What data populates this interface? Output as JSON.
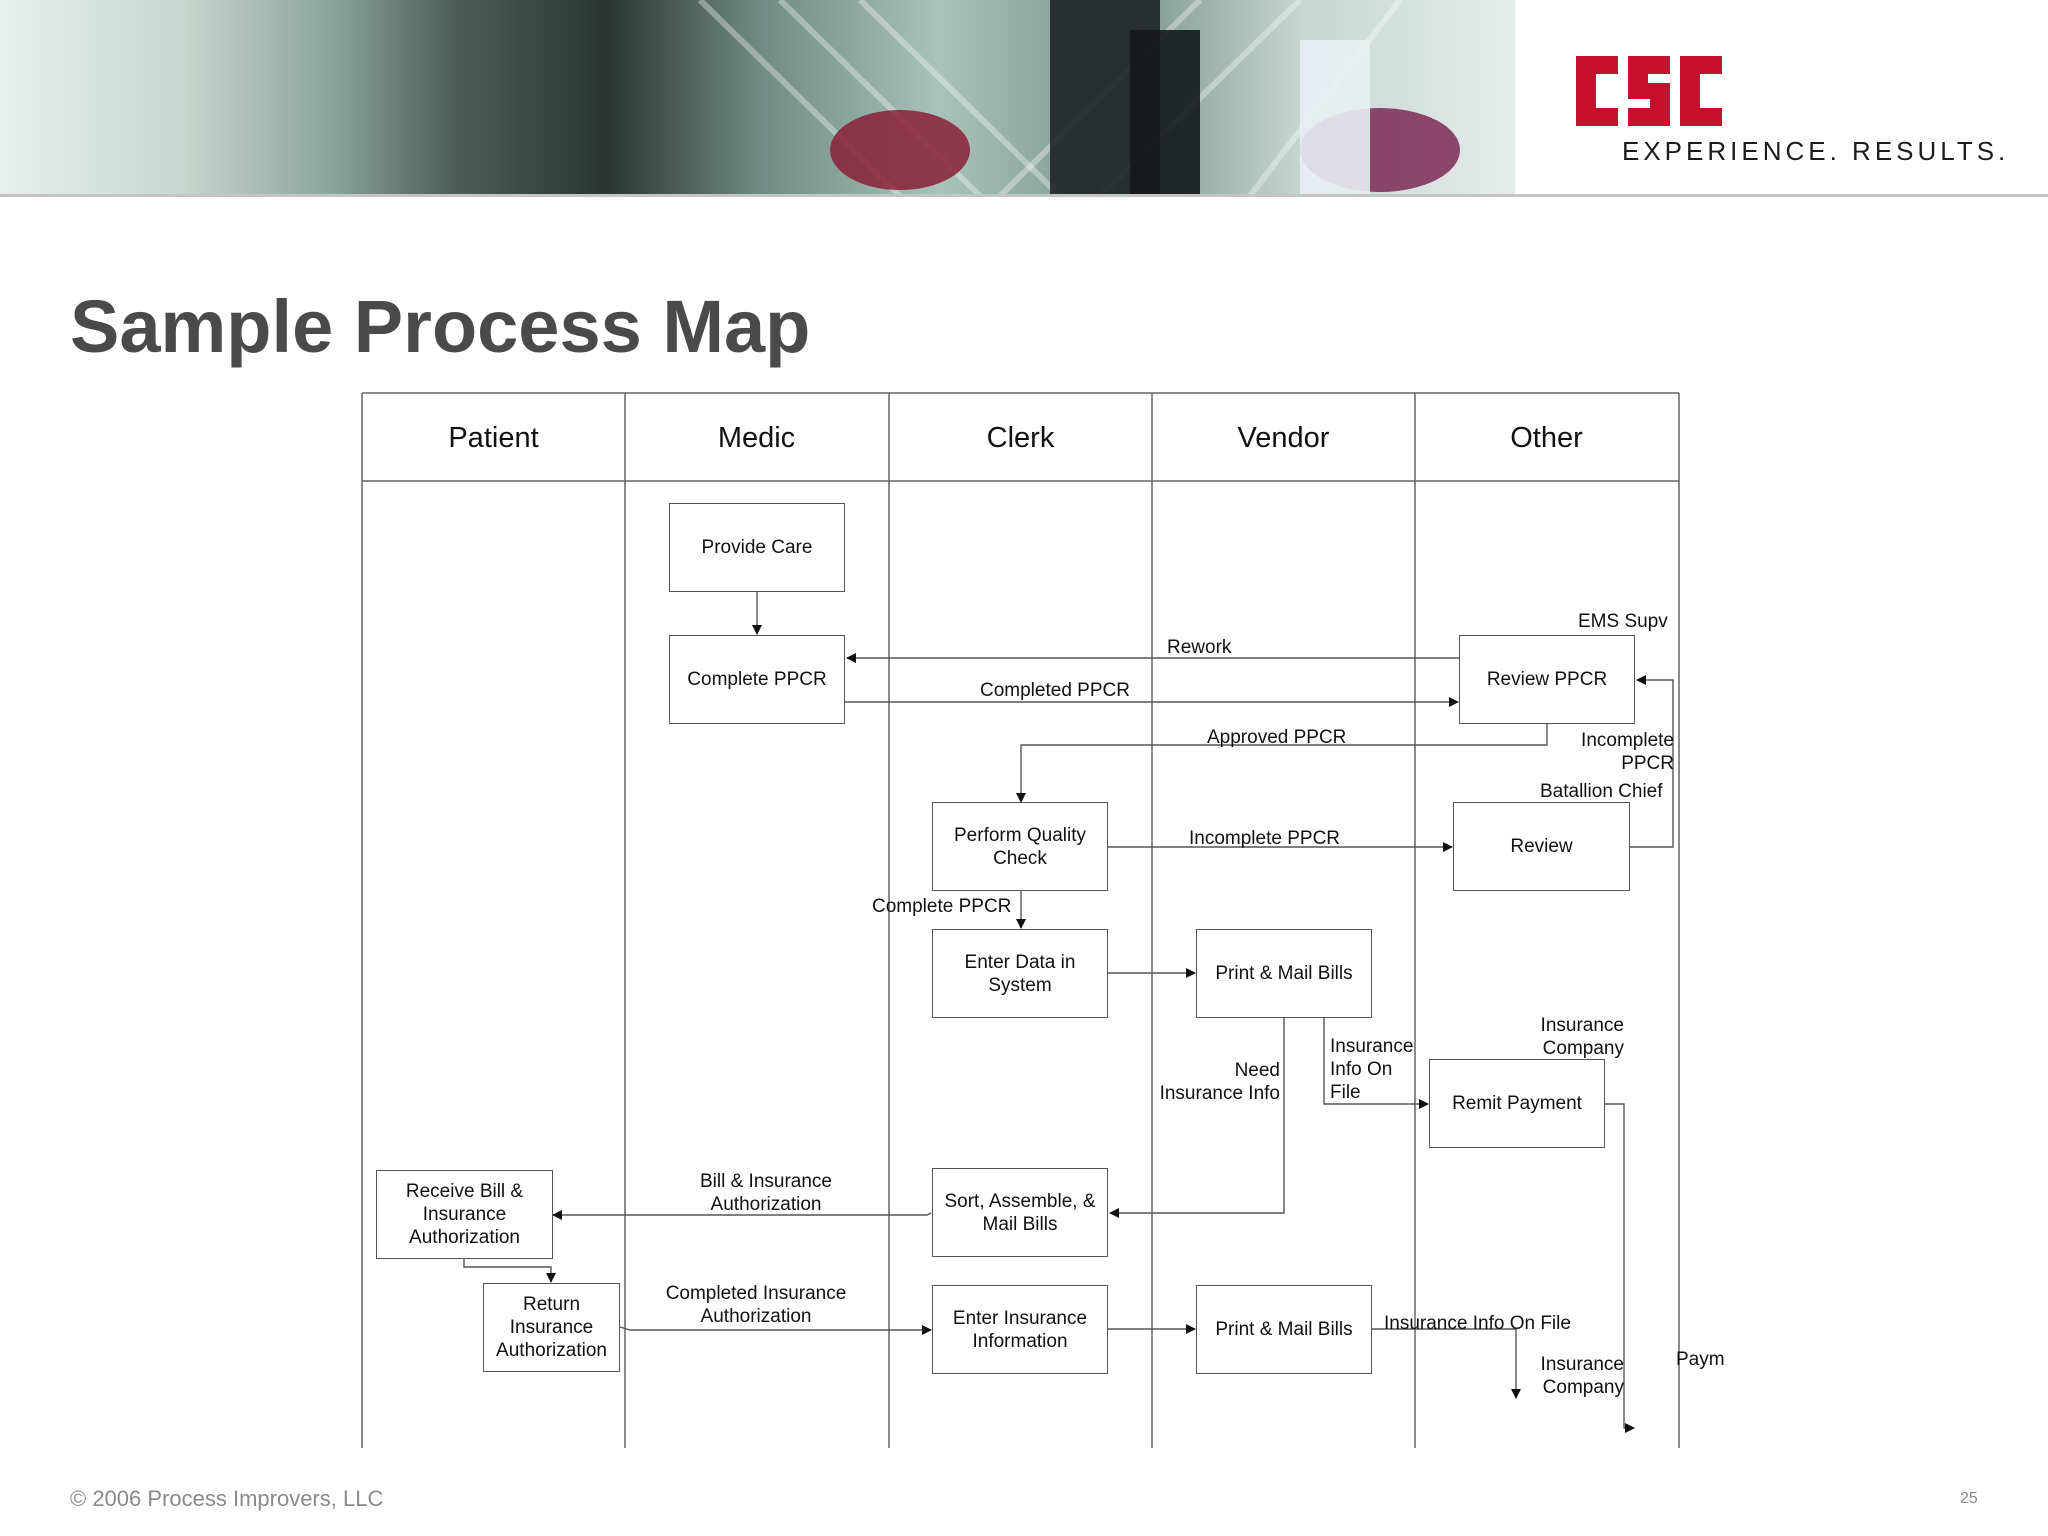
{
  "brand": {
    "logo_text": "CSC",
    "tagline": "EXPERIENCE. RESULTS.",
    "logo_color": "#c8102e"
  },
  "title": "Sample Process Map",
  "lanes": [
    "Patient",
    "Medic",
    "Clerk",
    "Vendor",
    "Other"
  ],
  "boxes": {
    "provide_care": "Provide Care",
    "complete_ppcr": "Complete PPCR",
    "review_ppcr": "Review PPCR",
    "quality_check": "Perform Quality Check",
    "review": "Review",
    "enter_data": "Enter Data in System",
    "print_mail_1": "Print & Mail Bills",
    "remit_payment": "Remit Payment",
    "receive_bill": "Receive Bill & Insurance Authorization",
    "sort_assemble": "Sort, Assemble, & Mail Bills",
    "return_insurance": "Return Insurance Authorization",
    "enter_insurance": "Enter Insurance Information",
    "print_mail_2": "Print & Mail Bills"
  },
  "labels": {
    "ems_supv": "EMS Supv",
    "rework": "Rework",
    "completed_ppcr": "Completed PPCR",
    "approved_ppcr": "Approved PPCR",
    "incomplete_ppcr_side": "Incomplete PPCR",
    "batallion_chief": "Batallion Chief",
    "incomplete_ppcr": "Incomplete PPCR",
    "complete_ppcr_flow": "Complete PPCR",
    "insurance_company_1": "Insurance Company",
    "insurance_info_on_file_1": "Insurance Info On File",
    "need_insurance_info": "Need Insurance Info",
    "bill_insurance_auth": "Bill & Insurance Authorization",
    "completed_insurance_auth": "Completed Insurance Authorization",
    "insurance_info_on_file_2": "Insurance Info On File",
    "insurance_company_2": "Insurance Company",
    "paym": "Paym"
  },
  "footer": "© 2006 Process Improvers, LLC",
  "page_number": "25"
}
